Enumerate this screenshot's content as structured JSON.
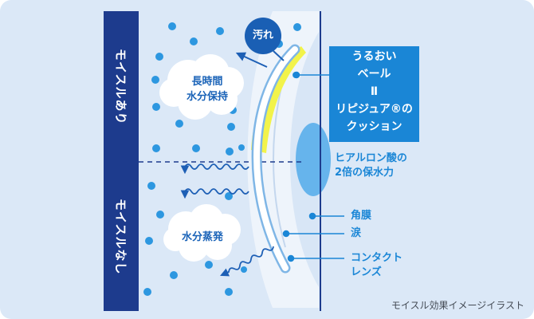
{
  "labels": {
    "with_moisl": "モイスルあり",
    "without_moisl": "モイスルなし",
    "long_hold_line1": "長時間",
    "long_hold_line2": "水分保持",
    "evaporation": "水分蒸発",
    "dirt": "汚れ",
    "veil_line1": "うるおい",
    "veil_line2": "ベール",
    "veil_line3": "Ⅱ",
    "veil_line4": "リピジュア®の",
    "veil_line5": "クッション",
    "hyaluronic_line1": "ヒアルロン酸の",
    "hyaluronic_line2": "2倍の保水力",
    "cornea": "角膜",
    "tears": "涙",
    "lens_line1": "コンタクト",
    "lens_line2": "レンズ",
    "caption": "モイスル効果イメージイラスト"
  },
  "colors": {
    "background": "#dbe8f7",
    "navy": "#1d3b8d",
    "accent_blue": "#1a86d6",
    "droplet": "#2d97e0",
    "moisture_layer": "#f2f34a"
  }
}
